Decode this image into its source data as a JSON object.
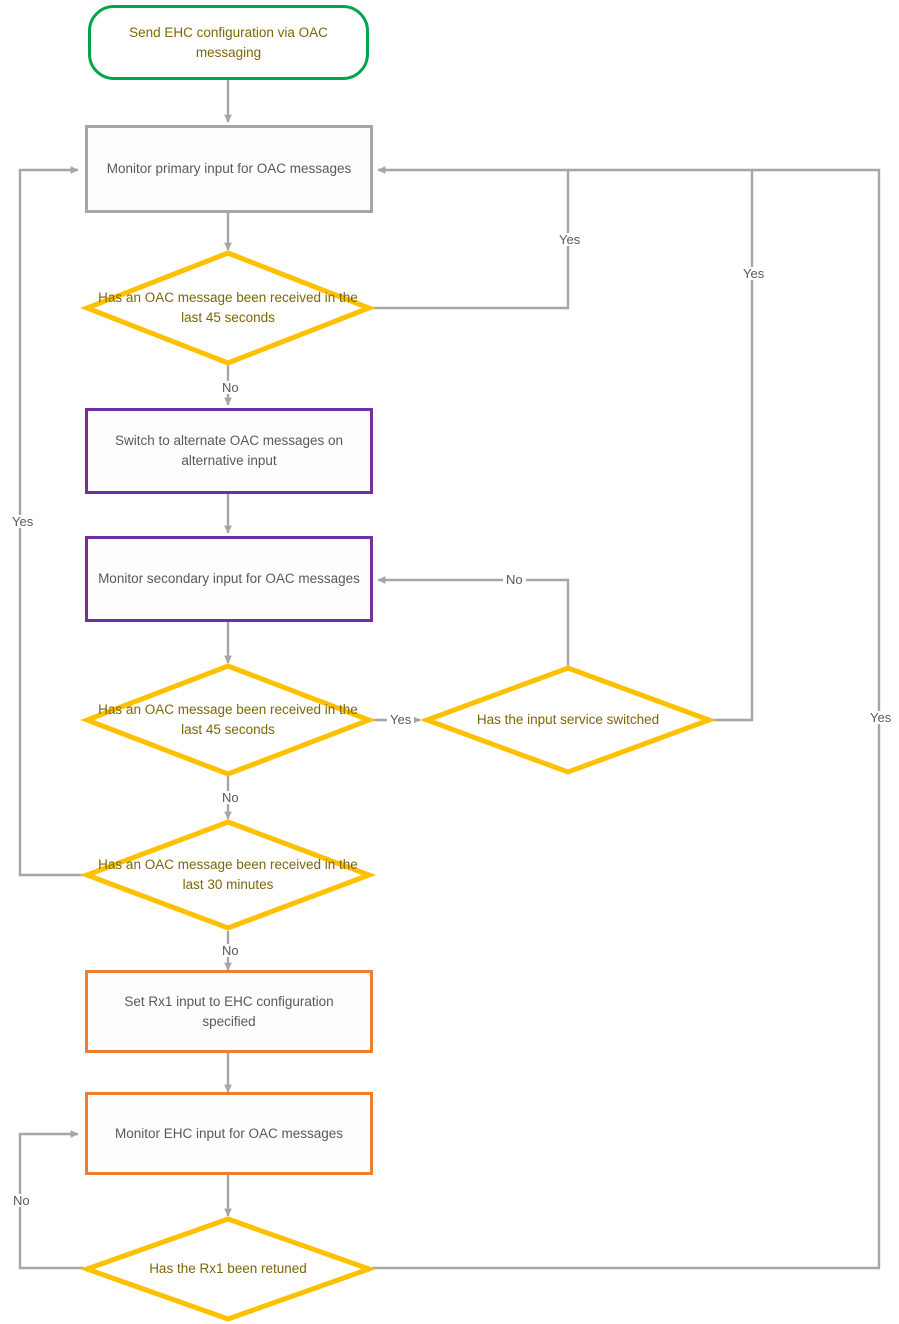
{
  "diagram": {
    "type": "flowchart",
    "title": "EHC configuration via OAC messaging flow",
    "colors": {
      "start_border": "#00A44B",
      "process_gray_border": "#A6A6A6",
      "process_purple_border": "#7030A0",
      "process_orange_border": "#ED7D31",
      "decision_border": "#FFC000",
      "connector": "#A6A6A6",
      "decision_text": "#7d6608",
      "process_text": "#595959"
    },
    "nodes": {
      "start": {
        "label": "Send EHC configuration via OAC messaging",
        "shape": "terminator"
      },
      "monitor_primary": {
        "label": "Monitor primary input for OAC messages",
        "shape": "process"
      },
      "decision_45s_primary": {
        "label": "Has an OAC message been received in the last 45 seconds",
        "shape": "decision"
      },
      "switch_alternate": {
        "label": "Switch to alternate OAC messages on alternative input",
        "shape": "process"
      },
      "monitor_secondary": {
        "label": "Monitor secondary input for OAC messages",
        "shape": "process"
      },
      "decision_45s_secondary": {
        "label": "Has an OAC message been received in the last 45 seconds",
        "shape": "decision"
      },
      "decision_service_switched": {
        "label": "Has the input service switched",
        "shape": "decision"
      },
      "decision_30min": {
        "label": "Has an OAC message been received in the last 30 minutes",
        "shape": "decision"
      },
      "set_rx1": {
        "label": "Set Rx1 input to EHC configuration specified",
        "shape": "process"
      },
      "monitor_ehc": {
        "label": "Monitor EHC input for OAC messages",
        "shape": "process"
      },
      "decision_rx1_retuned": {
        "label": "Has the Rx1 been retuned",
        "shape": "decision"
      }
    },
    "edge_labels": {
      "primary_45s_yes": "Yes",
      "primary_45s_no": "No",
      "secondary_45s_yes": "Yes",
      "secondary_45s_no": "No",
      "service_switched_no": "No",
      "service_switched_yes": "Yes",
      "thirty_min_yes": "Yes",
      "thirty_min_no": "No",
      "rx1_retuned_no": "No",
      "rx1_retuned_yes": "Yes"
    }
  }
}
